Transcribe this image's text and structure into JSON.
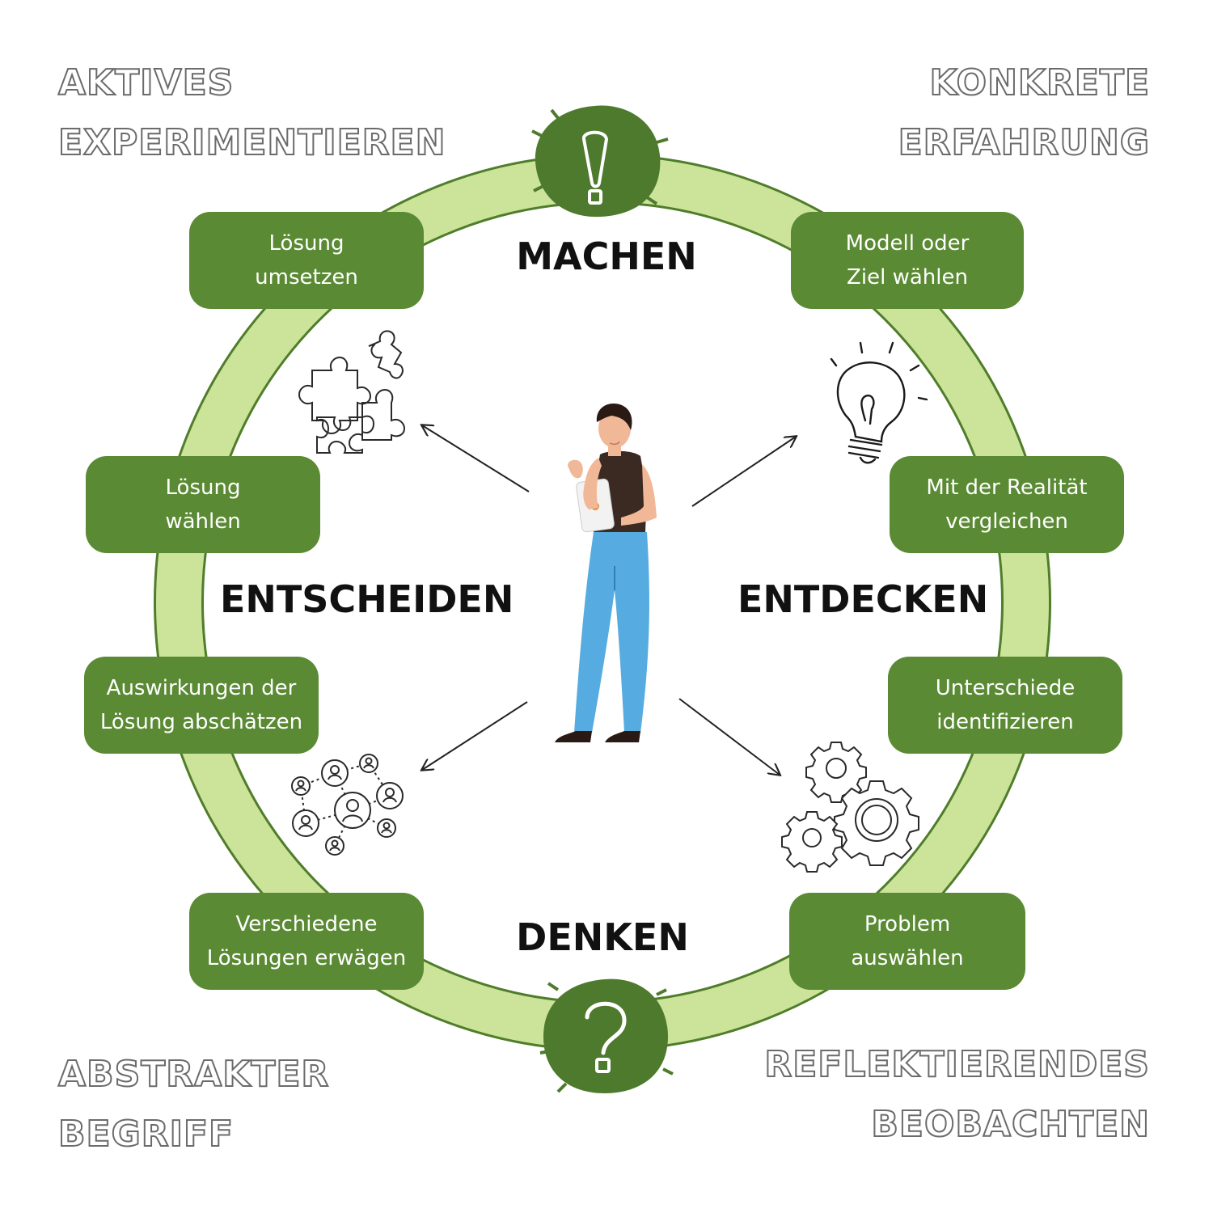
{
  "corners": {
    "top_left": [
      "AKTIVES",
      "EXPERIMENTIEREN"
    ],
    "top_right": [
      "KONKRETE",
      "ERFAHRUNG"
    ],
    "bottom_left": [
      "ABSTRAKTER",
      "BEGRIFF"
    ],
    "bottom_right": [
      "REFLEKTIERENDES",
      "BEOBACHTEN"
    ]
  },
  "phases": {
    "top": "MACHEN",
    "left": "ENTSCHEIDEN",
    "right": "ENTDECKEN",
    "bottom": "DENKEN"
  },
  "steps": {
    "modell": [
      "Modell oder",
      "Ziel wählen"
    ],
    "realitaet": [
      "Mit der Realität",
      "vergleichen"
    ],
    "unterschiede": [
      "Unterschiede",
      "identifizieren"
    ],
    "problem": [
      "Problem",
      "auswählen"
    ],
    "verschiedene": [
      "Verschiedene",
      "Lösungen erwägen"
    ],
    "auswirkungen": [
      "Auswirkungen der",
      "Lösung abschätzen"
    ],
    "waehlen": [
      "Lösung",
      "wählen"
    ],
    "umsetzen": [
      "Lösung",
      "umsetzen"
    ]
  },
  "colors": {
    "ring": "#cce39a",
    "ring_edge": "#4f7d2a",
    "pill": "#5a8a33",
    "badge": "#4e7a2d"
  },
  "icons": [
    "exclamation-icon",
    "question-icon",
    "puzzle-icon",
    "lightbulb-icon",
    "network-icon",
    "gears-icon",
    "person-illustration"
  ]
}
